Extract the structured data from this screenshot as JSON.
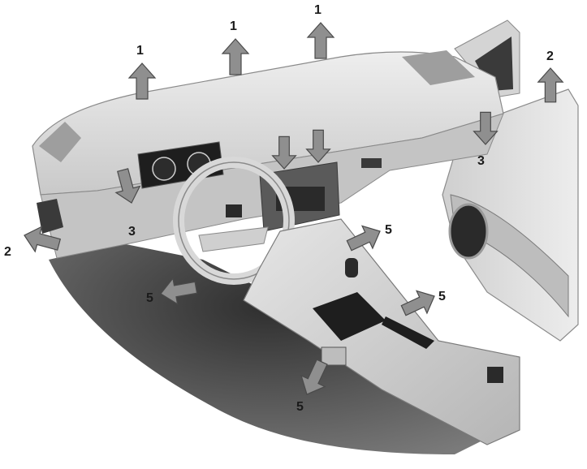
{
  "diagram": {
    "subject": "car-interior-ventilation-airflow",
    "callouts": [
      {
        "id": "windscreen-vent-left",
        "label": "1",
        "direction": "up"
      },
      {
        "id": "windscreen-vent-center-left",
        "label": "1",
        "direction": "up"
      },
      {
        "id": "windscreen-vent-center",
        "label": "1",
        "direction": "up"
      },
      {
        "id": "side-window-vent-right",
        "label": "2",
        "direction": "up"
      },
      {
        "id": "side-vent-left",
        "label": "2",
        "direction": "left"
      },
      {
        "id": "dash-vent-left",
        "label": "3",
        "direction": "down"
      },
      {
        "id": "dash-vent-right",
        "label": "3",
        "direction": "down"
      },
      {
        "id": "footwell-front-left",
        "label": "5",
        "direction": "left"
      },
      {
        "id": "footwell-console",
        "label": "5",
        "direction": "right"
      },
      {
        "id": "footwell-rear-right",
        "label": "5",
        "direction": "right"
      },
      {
        "id": "rear-console-vent",
        "label": "5",
        "direction": "down"
      }
    ],
    "colors": {
      "background": "#ffffff",
      "arrow_fill": "#8f8f8f",
      "arrow_stroke": "#4a4a4a",
      "dashboard": "#d9d9d9",
      "dashboard_shadow": "#b3b3b3",
      "floor": "#5c5c5c",
      "gauge_panel": "#1e1e1e",
      "label_text": "#1a1a1a"
    }
  }
}
